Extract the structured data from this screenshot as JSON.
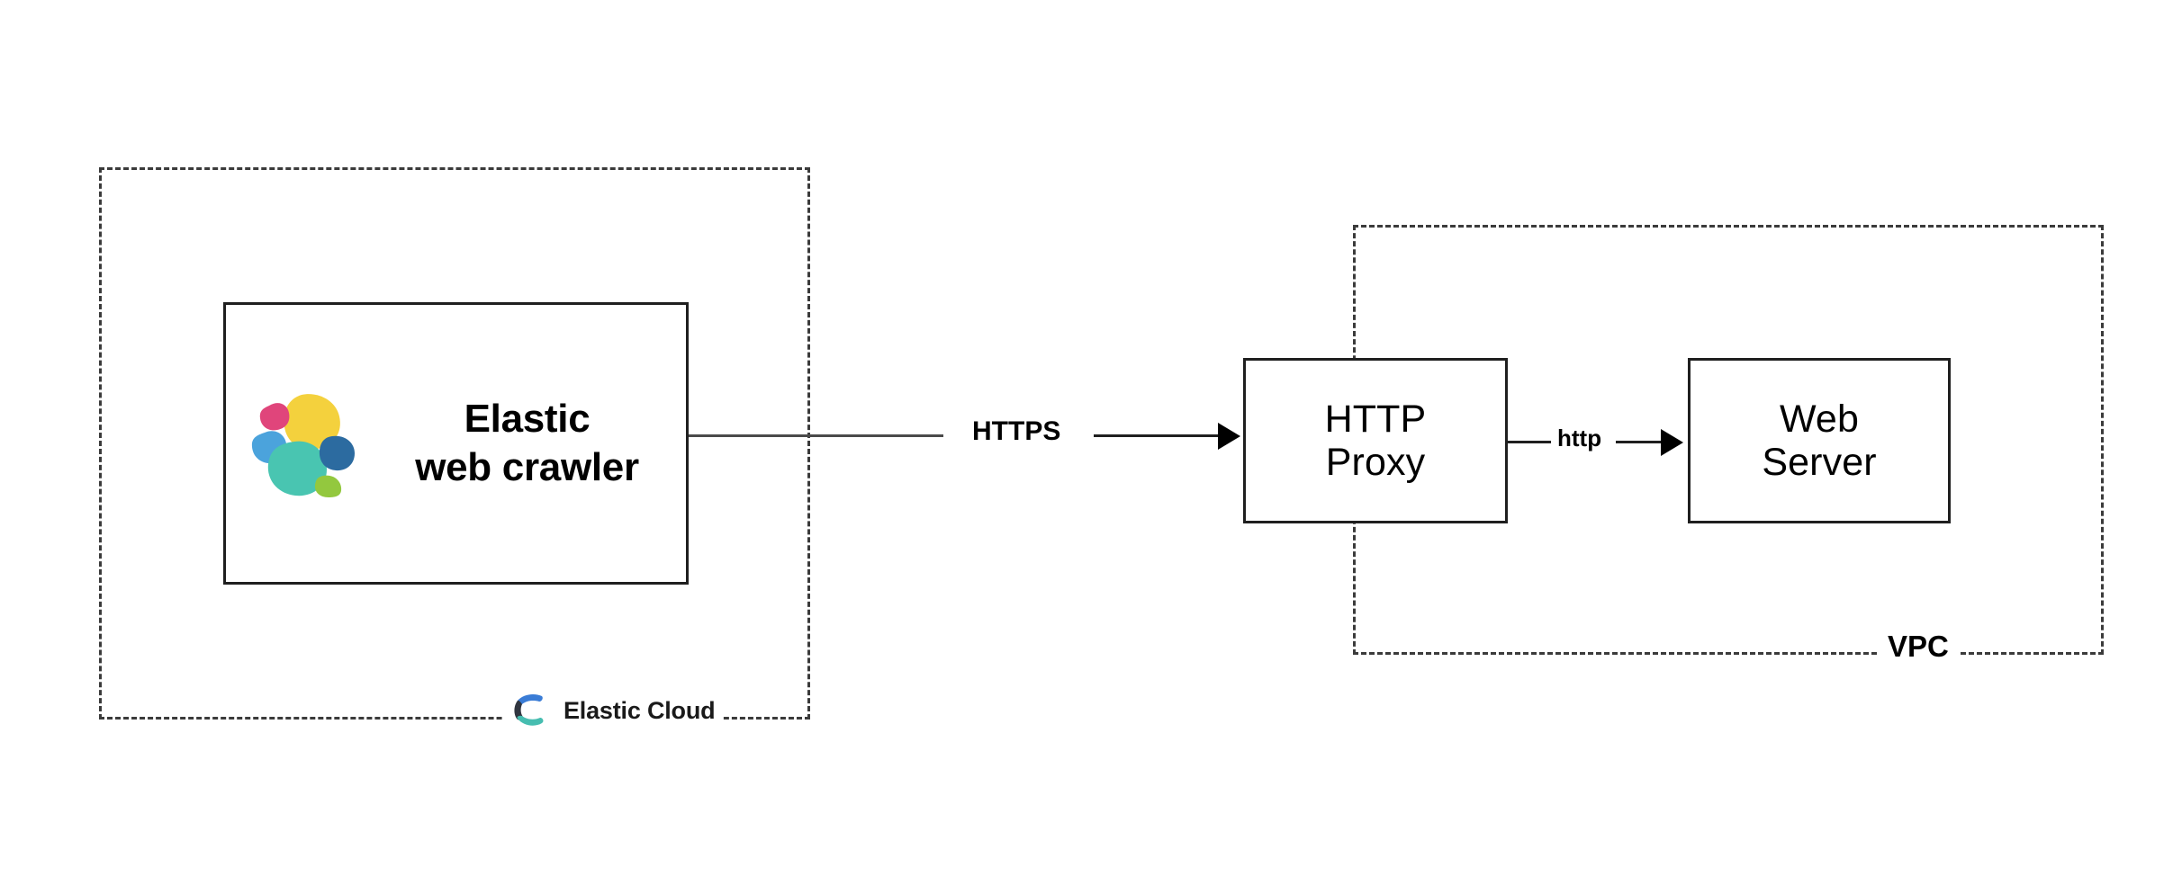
{
  "diagram": {
    "title": "Elastic web crawler connecting to a web server through an HTTP proxy",
    "background_color": "#ffffff",
    "line_color": "#1f1f1f",
    "dashed_color": "#3b3b3b"
  },
  "cloud_boundary": {
    "label": "Elastic Cloud",
    "style": "dashed",
    "badge_icon": "elastic-cloud-logo-icon"
  },
  "vpc_boundary": {
    "label": "VPC",
    "style": "dashed"
  },
  "nodes": {
    "crawler": {
      "title": "Elastic\nweb crawler",
      "icon": "elastic-logo-icon"
    },
    "proxy": {
      "title": "HTTP\nProxy"
    },
    "server": {
      "title": "Web\nServer"
    }
  },
  "connections": {
    "crawler_to_proxy": {
      "label": "HTTPS",
      "arrow": "right-arrow-icon"
    },
    "proxy_to_server": {
      "label": "http",
      "arrow": "right-arrow-icon"
    }
  },
  "palette": {
    "elastic_yellow": "#F4D13D",
    "elastic_pink": "#E0457B",
    "elastic_blue": "#4BA3DC",
    "elastic_teal": "#49C5B1",
    "elastic_darkblue": "#2C6BA0",
    "elastic_green": "#93C83E",
    "cloud_blue": "#3A7CD6",
    "cloud_dark": "#30353F",
    "cloud_teal": "#46BDB0"
  }
}
